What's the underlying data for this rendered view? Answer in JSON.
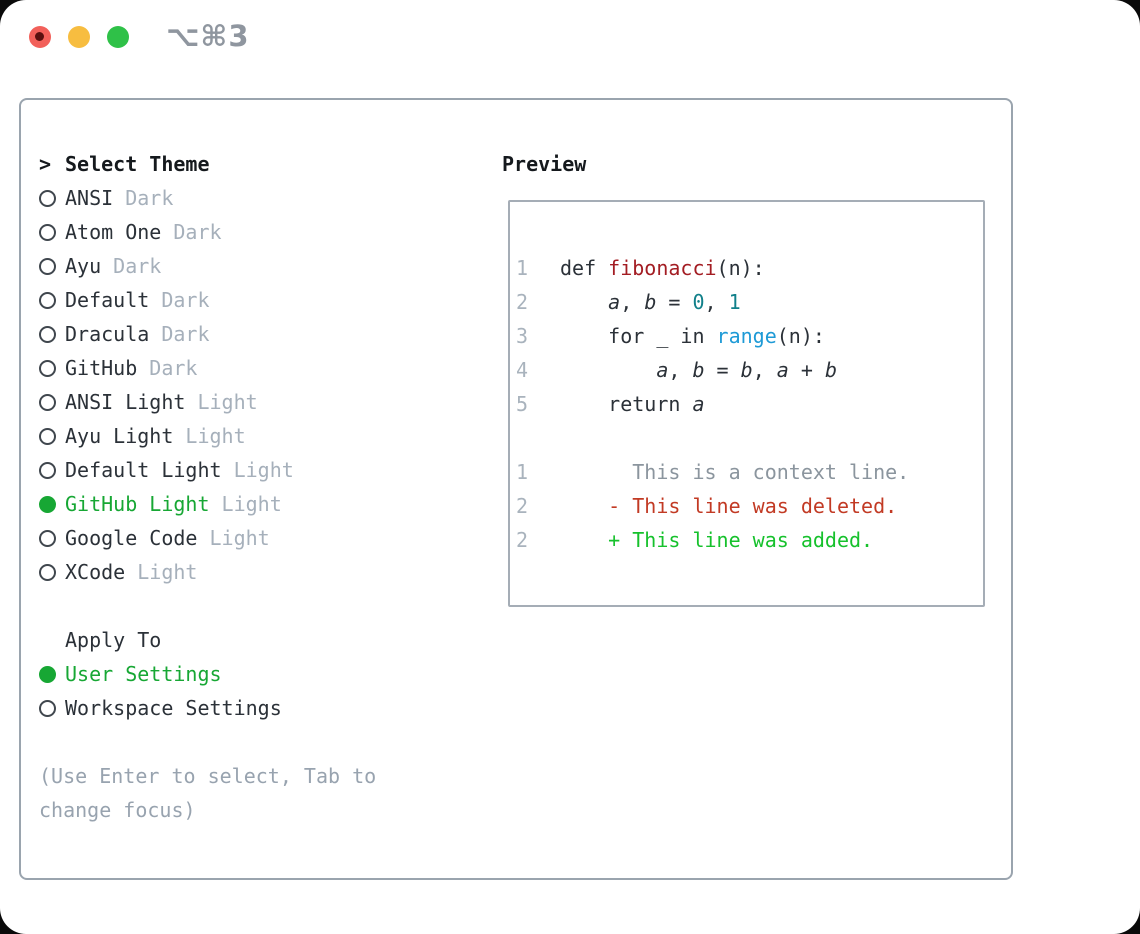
{
  "titlebar": {
    "title": "⌥⌘3"
  },
  "theme_picker": {
    "header_marker": ">",
    "header": "Select Theme",
    "items": [
      {
        "label": "ANSI",
        "variant": "Dark",
        "selected": false
      },
      {
        "label": "Atom One",
        "variant": "Dark",
        "selected": false
      },
      {
        "label": "Ayu",
        "variant": "Dark",
        "selected": false
      },
      {
        "label": "Default",
        "variant": "Dark",
        "selected": false
      },
      {
        "label": "Dracula",
        "variant": "Dark",
        "selected": false
      },
      {
        "label": "GitHub",
        "variant": "Dark",
        "selected": false
      },
      {
        "label": "ANSI Light",
        "variant": "Light",
        "selected": false
      },
      {
        "label": "Ayu Light",
        "variant": "Light",
        "selected": false
      },
      {
        "label": "Default Light",
        "variant": "Light",
        "selected": false
      },
      {
        "label": "GitHub Light",
        "variant": "Light",
        "selected": true
      },
      {
        "label": "Google Code",
        "variant": "Light",
        "selected": false
      },
      {
        "label": "XCode",
        "variant": "Light",
        "selected": false
      }
    ]
  },
  "apply_to": {
    "header": "Apply To",
    "items": [
      {
        "label": "User Settings",
        "selected": true
      },
      {
        "label": "Workspace Settings",
        "selected": false
      }
    ]
  },
  "hint": {
    "line1": "(Use Enter to select, Tab to",
    "line2": "change focus)"
  },
  "preview": {
    "header": "Preview",
    "lines": [
      {
        "num": "1",
        "tokens": [
          {
            "t": "def ",
            "c": "plain"
          },
          {
            "t": "fibonacci",
            "c": "func"
          },
          {
            "t": "(n):",
            "c": "plain"
          }
        ]
      },
      {
        "num": "2",
        "tokens": [
          {
            "t": "    ",
            "c": "plain"
          },
          {
            "t": "a",
            "c": "var"
          },
          {
            "t": ", ",
            "c": "plain"
          },
          {
            "t": "b",
            "c": "var"
          },
          {
            "t": " = ",
            "c": "plain"
          },
          {
            "t": "0",
            "c": "number"
          },
          {
            "t": ", ",
            "c": "plain"
          },
          {
            "t": "1",
            "c": "number"
          }
        ]
      },
      {
        "num": "3",
        "tokens": [
          {
            "t": "    for _ in ",
            "c": "plain"
          },
          {
            "t": "range",
            "c": "builtin"
          },
          {
            "t": "(n):",
            "c": "plain"
          }
        ]
      },
      {
        "num": "4",
        "tokens": [
          {
            "t": "        ",
            "c": "plain"
          },
          {
            "t": "a",
            "c": "var"
          },
          {
            "t": ", ",
            "c": "plain"
          },
          {
            "t": "b",
            "c": "var"
          },
          {
            "t": " = ",
            "c": "plain"
          },
          {
            "t": "b",
            "c": "var"
          },
          {
            "t": ", ",
            "c": "plain"
          },
          {
            "t": "a",
            "c": "var"
          },
          {
            "t": " + ",
            "c": "plain"
          },
          {
            "t": "b",
            "c": "var"
          }
        ]
      },
      {
        "num": "5",
        "tokens": [
          {
            "t": "    return ",
            "c": "plain"
          },
          {
            "t": "a",
            "c": "var"
          }
        ]
      },
      {
        "num": "",
        "tokens": []
      },
      {
        "num": "1",
        "tokens": [
          {
            "t": "      This is a context line.",
            "c": "context"
          }
        ]
      },
      {
        "num": "2",
        "tokens": [
          {
            "t": "    ",
            "c": "plain"
          },
          {
            "t": "- This line was deleted.",
            "c": "deleted"
          }
        ]
      },
      {
        "num": "2",
        "tokens": [
          {
            "t": "    ",
            "c": "plain"
          },
          {
            "t": "+ This line was added.",
            "c": "added"
          }
        ]
      }
    ]
  },
  "colors": {
    "selection_green": "#17a734",
    "diff_added_green": "#16c12c",
    "diff_deleted_red": "#c23a24",
    "syntax_function_red": "#a31d23",
    "syntax_number_teal": "#11808a",
    "syntax_builtin_blue": "#1e9ad6",
    "muted_gray": "#a6b0bb",
    "panel_border_gray": "#9aa4ae",
    "traffic_red": "#f2605a",
    "traffic_yellow": "#f7bd40",
    "traffic_green": "#2fc148"
  }
}
